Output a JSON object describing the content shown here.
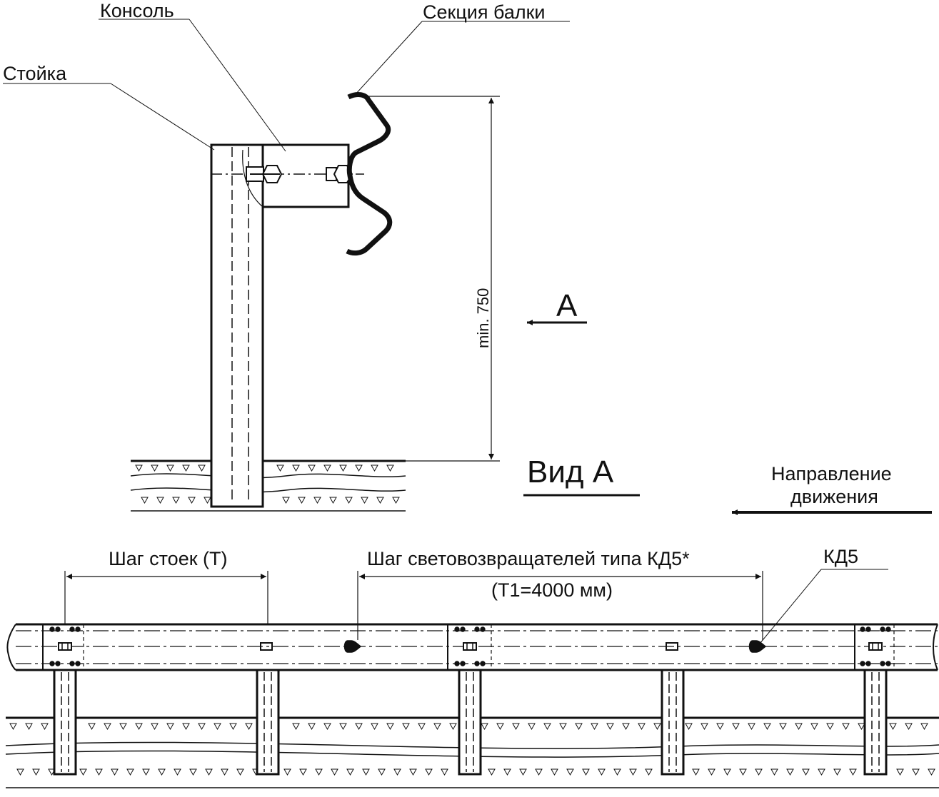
{
  "labels": {
    "consol": "Консоль",
    "beam_section": "Секция балки",
    "post": "Стойка",
    "height_dim": "min. 750",
    "view_marker": "А",
    "view_title": "Вид А",
    "direction_line1": "Направление",
    "direction_line2": "движения",
    "post_spacing": "Шаг стоек (Т)",
    "reflector_spacing": "Шаг световозвращателей типа КД5*",
    "reflector_spacing_value": "(Т1=4000 мм)",
    "reflector_type": "КД5"
  },
  "colors": {
    "ink": "#111111",
    "background": "#ffffff"
  }
}
